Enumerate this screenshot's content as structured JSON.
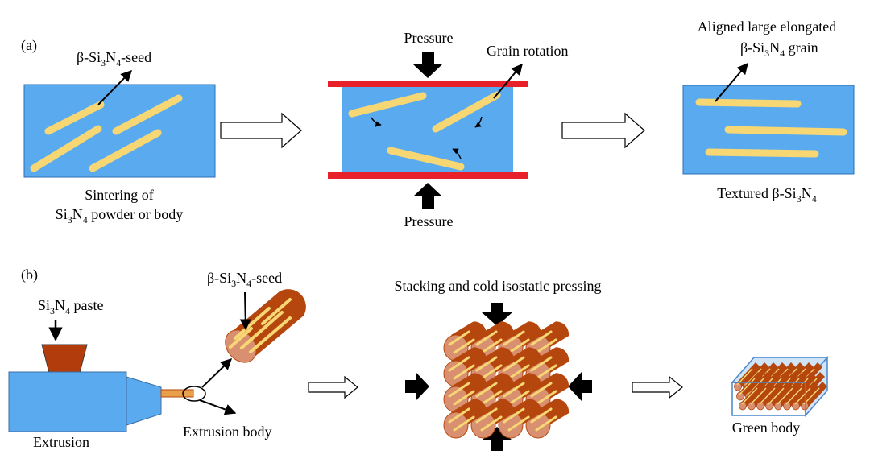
{
  "panel_a": {
    "label": "(a)",
    "seed_label": {
      "pre": "β-Si",
      "s1": "3",
      "mid": "N",
      "s2": "4",
      "post": "-seed"
    },
    "left_caption_line1": "Sintering of",
    "left_caption_line2": {
      "pre": "Si",
      "s1": "3",
      "mid": "N",
      "s2": "4",
      "post": " powder or body"
    },
    "pressure_top": "Pressure",
    "pressure_bottom": "Pressure",
    "grain_rotation": "Grain rotation",
    "aligned_line1": "Aligned large elongated",
    "aligned_line2": {
      "pre": "β-Si",
      "s1": "3",
      "mid": "N",
      "s2": "4",
      "post": " grain"
    },
    "textured": {
      "pre": "Textured β-Si",
      "s1": "3",
      "mid": "N",
      "s2": "4",
      "post": ""
    }
  },
  "panel_b": {
    "label": "(b)",
    "paste_label": {
      "pre": "Si",
      "s1": "3",
      "mid": "N",
      "s2": "4",
      "post": " paste"
    },
    "seed_label": {
      "pre": "β-Si",
      "s1": "3",
      "mid": "N",
      "s2": "4",
      "post": "-seed"
    },
    "extrusion": "Extrusion",
    "extrusion_body": "Extrusion body",
    "stacking": "Stacking and cold isostatic pressing",
    "green_body": "Green body"
  },
  "colors": {
    "matrix_blue": "#5aaaf0",
    "grain_yellow": "#f6d774",
    "press_red": "#e8202a",
    "rod_brown": "#b5470e",
    "rod_face": "#d99070",
    "paste_brown": "#b23c0c"
  }
}
